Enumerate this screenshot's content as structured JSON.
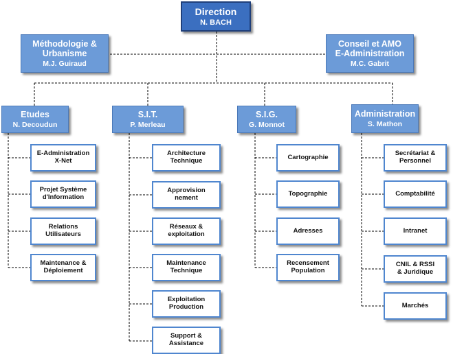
{
  "direction": {
    "title": "Direction",
    "name": "N. BACH"
  },
  "methodologie": {
    "line1": "Méthodologie &",
    "line2": "Urbanisme",
    "name": "M.J. Guiraud"
  },
  "conseil": {
    "line1": "Conseil et AMO",
    "line2": "E-Administration",
    "name": "M.C. Gabrit"
  },
  "departments": [
    {
      "title": "Etudes",
      "name": "N. Decoudun",
      "units": [
        {
          "line1": "E-Administration",
          "line2": "X-Net"
        },
        {
          "line1": "Projet Système",
          "line2": "d'Information"
        },
        {
          "line1": "Relations",
          "line2": "Utilisateurs"
        },
        {
          "line1": "Maintenance &",
          "line2": "Déploiement"
        }
      ]
    },
    {
      "title": "S.I.T.",
      "name": "P. Merleau",
      "units": [
        {
          "line1": "Architecture",
          "line2": "Technique"
        },
        {
          "line1": "Approvision",
          "line2": "nement"
        },
        {
          "line1": "Réseaux &",
          "line2": "exploitation"
        },
        {
          "line1": "Maintenance",
          "line2": "Technique"
        },
        {
          "line1": "Exploitation",
          "line2": "Production"
        },
        {
          "line1": "Support &",
          "line2": "Assistance"
        }
      ]
    },
    {
      "title": "S.I.G.",
      "name": "G. Monnot",
      "units": [
        {
          "line1": "Cartographie",
          "line2": ""
        },
        {
          "line1": "Topographie",
          "line2": ""
        },
        {
          "line1": "Adresses",
          "line2": ""
        },
        {
          "line1": "Recensement",
          "line2": "Population"
        }
      ]
    },
    {
      "title": "Administration",
      "name": "S. Mathon",
      "units": [
        {
          "line1": "Secrétariat &",
          "line2": "Personnel"
        },
        {
          "line1": "Comptabilité",
          "line2": ""
        },
        {
          "line1": "Intranet",
          "line2": ""
        },
        {
          "line1": "CNIL & RSSI",
          "line2": "& Juridique"
        },
        {
          "line1": "Marchés",
          "line2": ""
        }
      ]
    }
  ],
  "colors": {
    "top_fill": "#3b6fc0",
    "level1_fill": "#6c9bd8",
    "unit_border": "#4f86cf",
    "connector": "#000000"
  }
}
